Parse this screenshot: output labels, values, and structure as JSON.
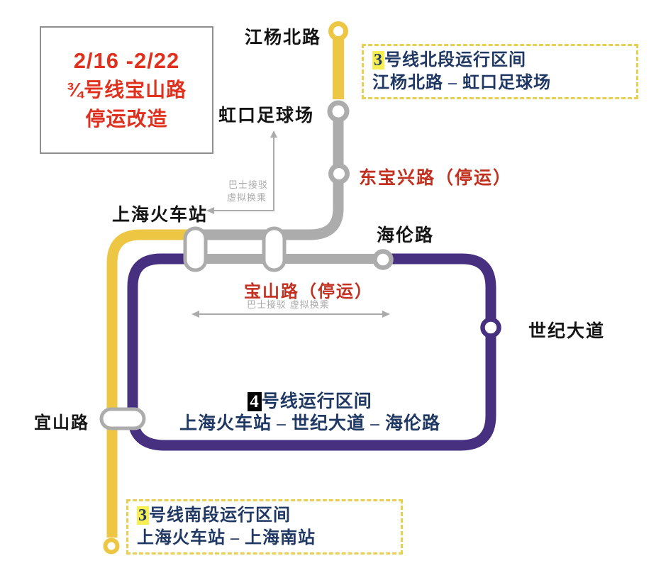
{
  "title_box": {
    "date_range": "2/16 -2/22",
    "line2": "¾号线宝山路",
    "line3": "停运改造"
  },
  "stations": {
    "jiangyangbeilu": "江杨北路",
    "hongkou_stadium": "虹口足球场",
    "dongbaoxinglu_suspended": "东宝兴路（停运）",
    "shanghai_railway": "上海火车站",
    "hailunlu": "海伦路",
    "baoshanlu_suspended": "宝山路（停运）",
    "shiji_dadao": "世纪大道",
    "yishanlu": "宜山路"
  },
  "notes": {
    "shuttle_v_line1": "巴士接驳",
    "shuttle_v_line2": "虚拟换乘",
    "shuttle_h": "巴士接驳 虚拟换乘"
  },
  "info_boxes": {
    "north": {
      "badge": "3",
      "line1_rest": "号线北段运行区间",
      "line2": "江杨北路 – 虹口足球场"
    },
    "south": {
      "badge": "3",
      "line1_rest": "号线南段运行区间",
      "line2": "上海火车站 – 上海南站"
    },
    "line4": {
      "badge": "4",
      "line1_rest": "号线运行区间",
      "line2": "上海火车站 – 世纪大道 – 海伦路"
    }
  },
  "colors": {
    "line3_yellow": "#EDC743",
    "line4_purple": "#46307F",
    "suspended_gray": "#ACACAC",
    "navy_text": "#1F3864",
    "title_red": "#E0301E",
    "suspended_red": "#C23120",
    "highlight_yellow": "#F7EE52",
    "dashed_border": "#E7CF52",
    "marker_fill": "#FFFFFF",
    "arrow_gray": "#ABABAB"
  }
}
